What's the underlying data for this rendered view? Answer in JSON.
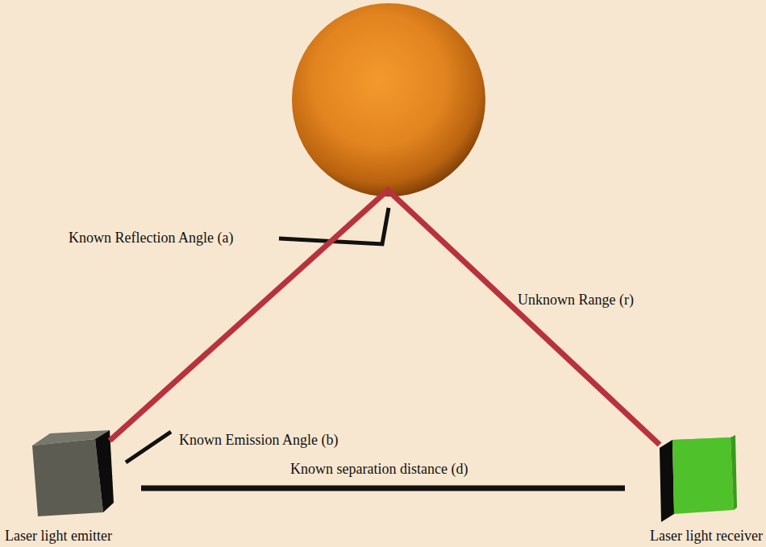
{
  "diagram": {
    "nodes": [
      {
        "text": [
          "Laser light emitter"
        ]
      },
      {
        "text": [
          "Laser light receiver"
        ]
      }
    ],
    "edges": [
      {
        "from": 0,
        "to": 1,
        "arrow": "none"
      }
    ],
    "labels": [
      "Known Reflection Angle (a)",
      "Unknown Range (r)",
      "Known Emission Angle (b)",
      "Known separation distance (d)"
    ]
  }
}
